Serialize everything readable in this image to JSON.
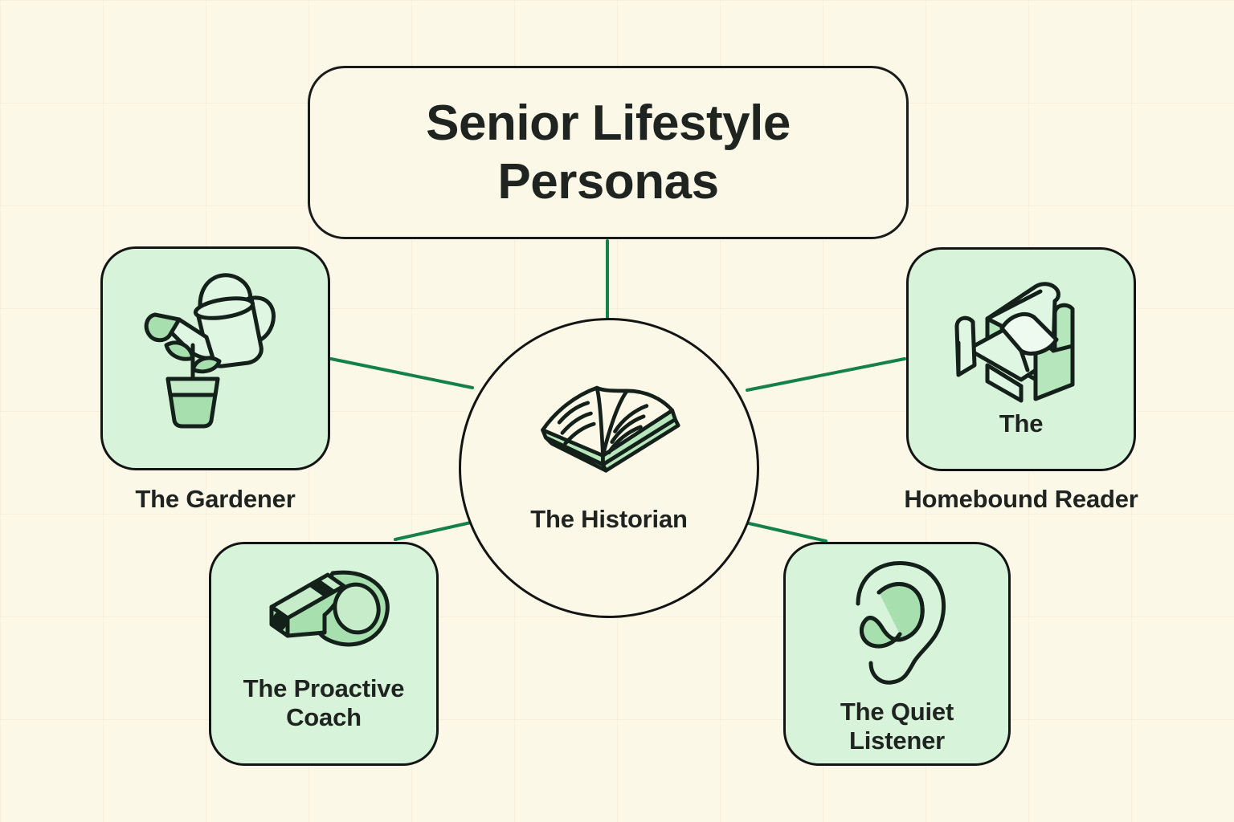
{
  "theme": {
    "background": "#fcf8e8",
    "node_fill": "#d7f3d9",
    "outline": "#141414",
    "connector": "#14804a",
    "text": "#1f2421",
    "icon_accent": "#b6e6bb"
  },
  "title": {
    "line1": "Senior Lifestyle",
    "line2": "Personas",
    "full": "Senior Lifestyle Personas"
  },
  "center": {
    "label": "The Historian",
    "icon": "open-book-icon"
  },
  "nodes": [
    {
      "id": "gardener",
      "label": "The Gardener",
      "label_inside": "",
      "label_outside": "The Gardener",
      "icon": "watering-can-plant-icon",
      "position": "upper-left"
    },
    {
      "id": "reader",
      "label": "The Homebound Reader",
      "label_inside": "The",
      "label_outside": "Homebound Reader",
      "icon": "armchair-icon",
      "position": "upper-right"
    },
    {
      "id": "coach",
      "label": "The Proactive Coach",
      "label_inside_line1": "The Proactive",
      "label_inside_line2": "Coach",
      "icon": "whistle-icon",
      "position": "lower-left"
    },
    {
      "id": "listener",
      "label": "The Quiet Listener",
      "label_inside_line1": "The Quiet",
      "label_inside_line2": "Listener",
      "icon": "ear-icon",
      "position": "lower-right"
    }
  ],
  "connectors": [
    {
      "from": "title",
      "to": "center"
    },
    {
      "from": "center",
      "to": "gardener"
    },
    {
      "from": "center",
      "to": "reader"
    },
    {
      "from": "center",
      "to": "coach"
    },
    {
      "from": "center",
      "to": "listener"
    }
  ]
}
